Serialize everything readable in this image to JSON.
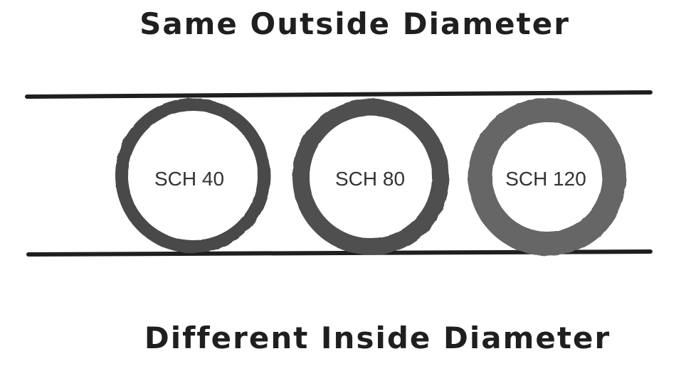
{
  "top_label": "Same Outside Diameter",
  "bottom_label": "Different Inside Diameter",
  "pipes": [
    {
      "label": "SCH 40"
    },
    {
      "label": "SCH 80"
    },
    {
      "label": "SCH 120"
    }
  ]
}
